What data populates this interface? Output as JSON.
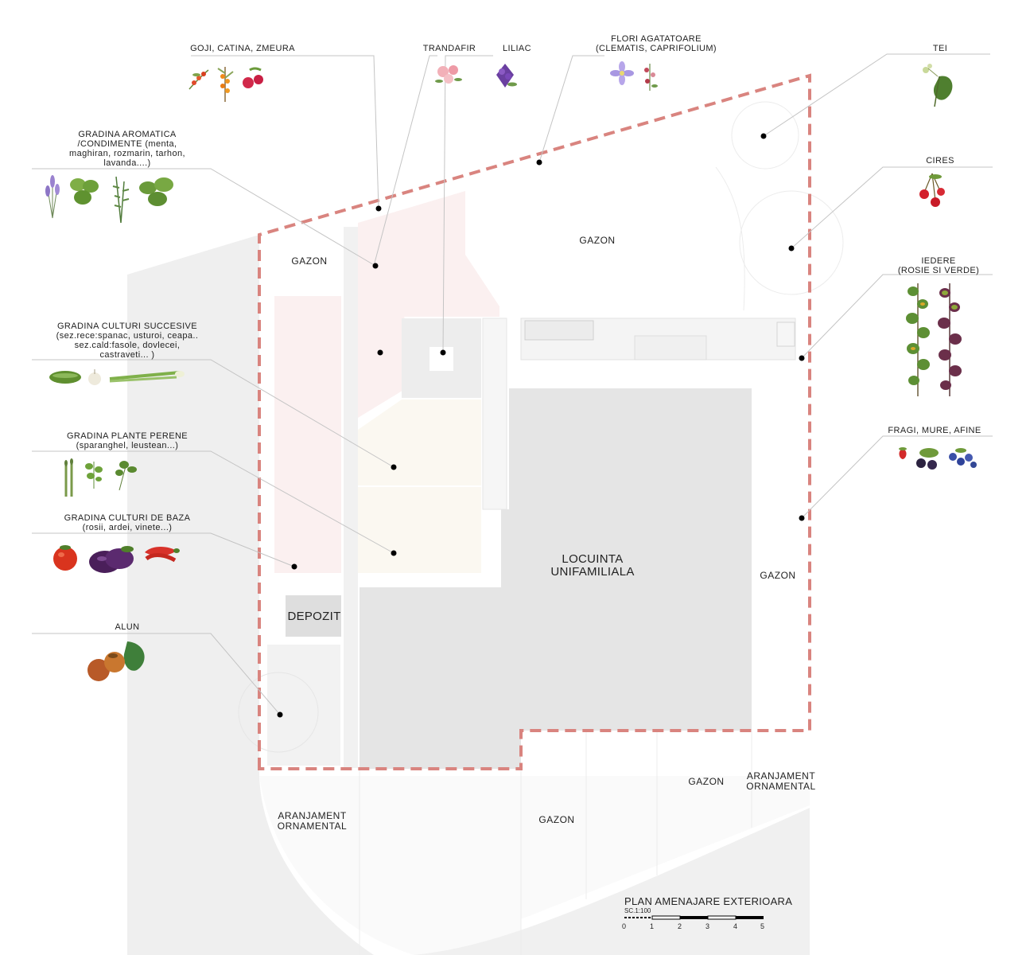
{
  "legend_labels": {
    "goji": "GOJI, CATINA, ZMEURA",
    "trandafir": "TRANDAFIR",
    "liliac": "LILIAC",
    "flori": "FLORI AGATATOARE\n(CLEMATIS, CAPRIFOLIUM)",
    "tei": "TEI",
    "aromatica": "GRADINA AROMATICA\n/CONDIMENTE (menta,\nmaghiran, rozmarin, tarhon,\nlavanda....)",
    "cires": "CIRES",
    "iedere": "IEDERE\n(ROSIE SI VERDE)",
    "succesive": "GRADINA CULTURI SUCCESIVE\n(sez.rece:spanac, usturoi, ceapa..\nsez.cald:fasole, dovlecei,\ncastraveti... )",
    "fragi": "FRAGI, MURE, AFINE",
    "perene": "GRADINA PLANTE PERENE\n(sparanghel, leustean...)",
    "baza": "GRADINA CULTURI DE BAZA\n(rosii, ardei, vinete...)",
    "alun": "ALUN"
  },
  "zones": {
    "gazon_left": "GAZON",
    "gazon_top": "GAZON",
    "gazon_right": "GAZON",
    "gazon_bottom_mid": "GAZON",
    "gazon_bottom_right": "GAZON",
    "locuinta": "LOCUINTA\nUNIFAMILIALA",
    "depozit": "DEPOZIT",
    "aranjament_left": "ARANJAMENT\nORNAMENTAL",
    "aranjament_right": "ARANJAMENT\nORNAMENTAL"
  },
  "scale": {
    "title": "PLAN AMENAJARE EXTERIOARA",
    "sub": "SC.1:100",
    "ticks": [
      "0",
      "1",
      "2",
      "3",
      "4",
      "5"
    ]
  },
  "icons": {
    "goji": [
      "goji-berries-icon",
      "sea-buckthorn-icon",
      "raspberry-icon"
    ],
    "trandafir": [
      "rose-icon"
    ],
    "liliac": [
      "lilac-icon"
    ],
    "flori": [
      "clematis-icon",
      "honeysuckle-icon"
    ],
    "tei": [
      "linden-leaf-icon"
    ],
    "aromatica": [
      "lavender-icon",
      "mint-icon",
      "rosemary-icon",
      "oregano-icon"
    ],
    "cires": [
      "cherry-icon"
    ],
    "iedere": [
      "green-ivy-icon",
      "red-ivy-icon"
    ],
    "succesive": [
      "cucumber-icon",
      "garlic-icon",
      "green-onion-icon"
    ],
    "fragi": [
      "strawberry-icon",
      "blackberry-icon",
      "blueberry-icon"
    ],
    "perene": [
      "asparagus-icon",
      "lovage-icon",
      "parsley-icon"
    ],
    "baza": [
      "tomato-icon",
      "eggplant-icon",
      "pepper-icon"
    ],
    "alun": [
      "hazelnut-icon"
    ]
  },
  "colors": {
    "boundary": "#d9847f",
    "house": "#e5e5e5",
    "road": "#efefef",
    "path": "#f1f1f1",
    "garden_pink": "#fbf0f0",
    "garden_cream": "#fbf8f1",
    "leader": "#c4c4c4"
  }
}
